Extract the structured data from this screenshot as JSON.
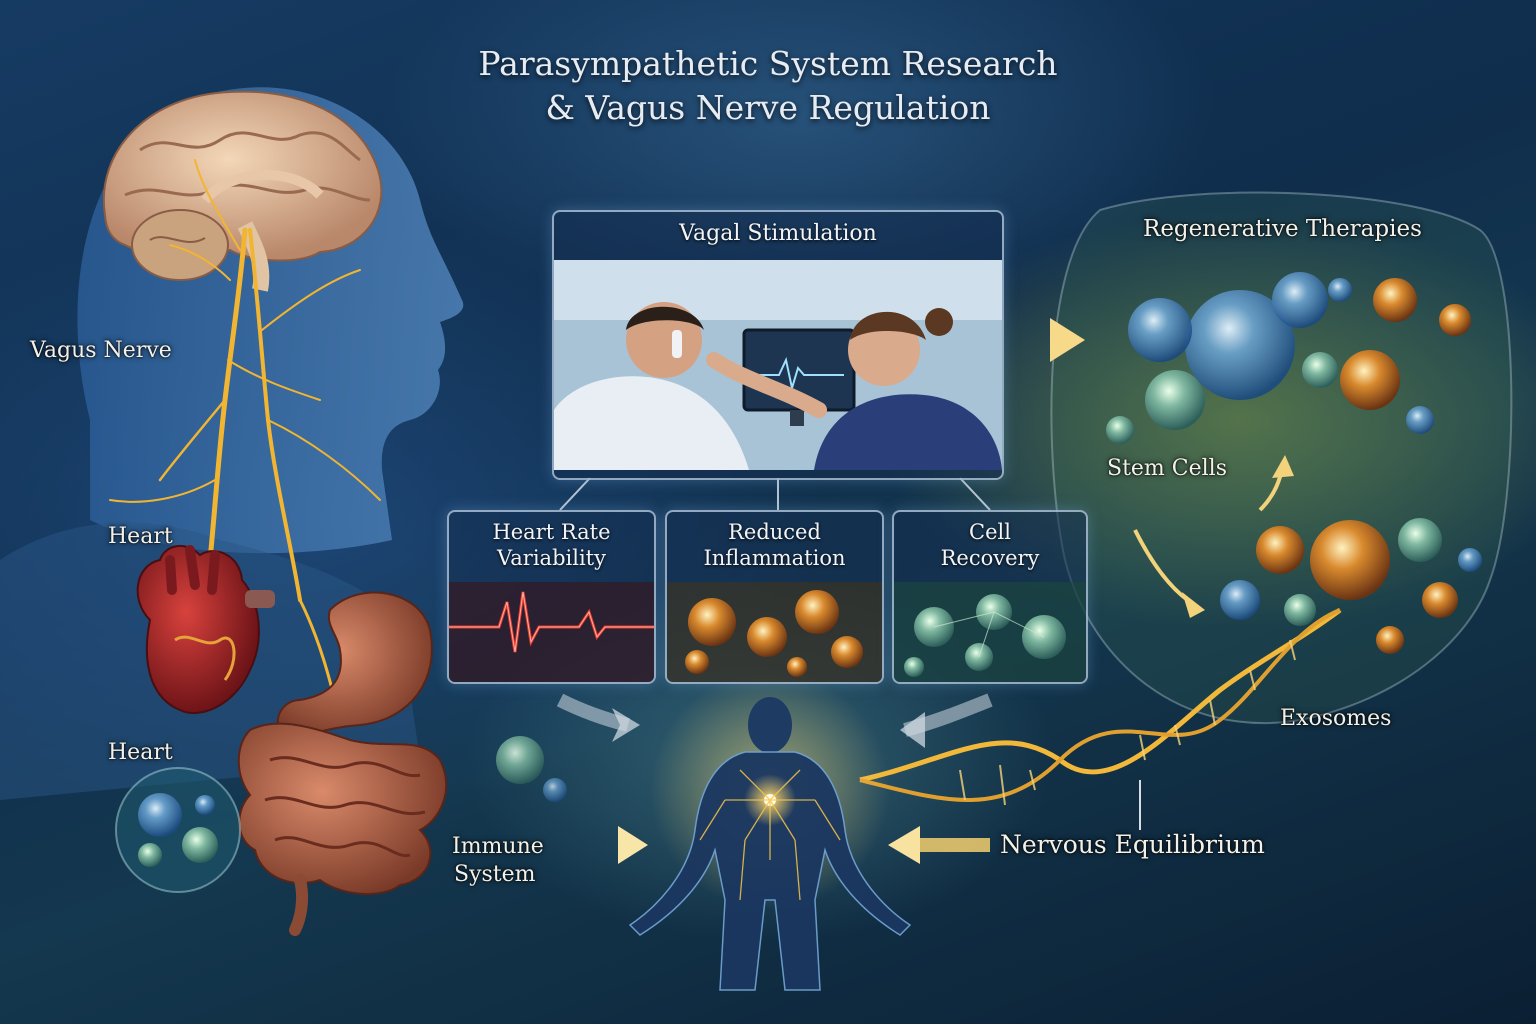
{
  "title": {
    "line1": "Parasympathetic System Research",
    "line2": "& Vagus Nerve Regulation"
  },
  "anatomy_labels": {
    "vagus_nerve": "Vagus Nerve",
    "heart_upper": "Heart",
    "heart_lower": "Heart"
  },
  "center": {
    "vagal_stimulation": "Vagal Stimulation",
    "panels": [
      {
        "line1": "Heart Rate",
        "line2": "Variability"
      },
      {
        "line1": "Reduced",
        "line2": "Inflammation"
      },
      {
        "line1": "Cell",
        "line2": "Recovery"
      }
    ]
  },
  "right": {
    "regenerative_therapies": "Regenerative Therapies",
    "stem_cells": "Stem Cells",
    "exosomes": "Exosomes",
    "nervous_equilibrium": "Nervous Equilibrium"
  },
  "bottom": {
    "immune_line1": "Immune",
    "immune_line2": "System"
  },
  "colors": {
    "nerve_gold": "#f2b531",
    "frame": "#bed2e6",
    "heart_red": "#a5232a",
    "ecg_red": "#e33a2e"
  }
}
